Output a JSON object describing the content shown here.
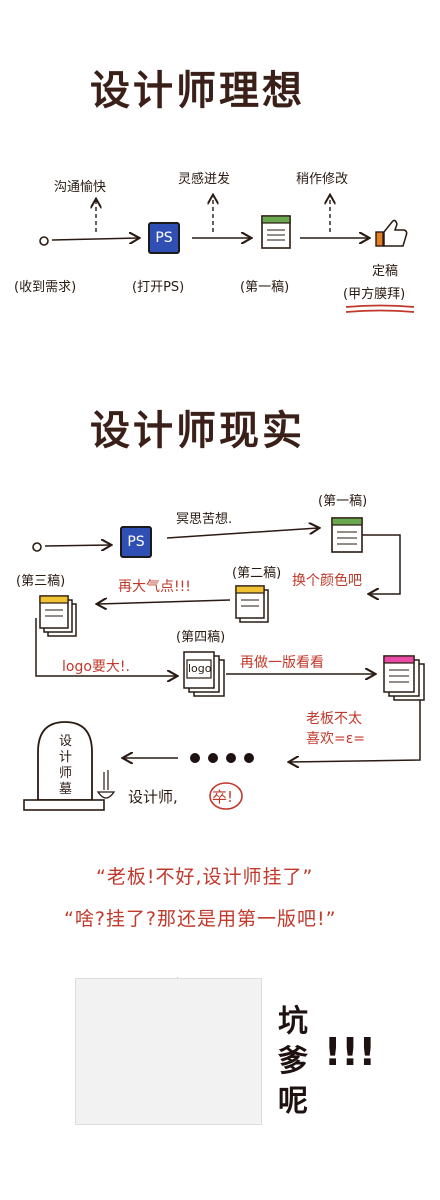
{
  "ideal": {
    "title": "设计师理想",
    "above": [
      "沟通愉快",
      "灵感迸发",
      "稍作修改"
    ],
    "below": [
      "(收到需求)",
      "(打开PS)",
      "(第一稿)"
    ],
    "final_top": "定稿",
    "final_bottom": "(甲方膜拜)",
    "ps_label": "PS"
  },
  "reality": {
    "title": "设计师现实",
    "think": "冥思苦想.",
    "draft1": "(第一稿)",
    "draft2": "(第二稿)",
    "draft3": "(第三稿)",
    "draft4": "(第四稿)",
    "change_color": "换个颜色吧",
    "again_bad": "再大气点!!!",
    "logo_bigger": "logo要大!.",
    "logo_text": "logo",
    "redo_first": "再做一版看看",
    "boss_dislike": [
      "老板不太",
      "喜欢=ε="
    ],
    "tomb_text": [
      "设",
      "计",
      "师",
      "墓"
    ],
    "designer": "设计师,",
    "death": "卒!",
    "ps_label": "PS"
  },
  "quotes": [
    "“老板!不好,设计师挂了”",
    "“啥?挂了?那还是用第一版吧!”"
  ],
  "meme": {
    "text": [
      "坑",
      "爹",
      "呢"
    ],
    "exclaim": "!!!"
  }
}
